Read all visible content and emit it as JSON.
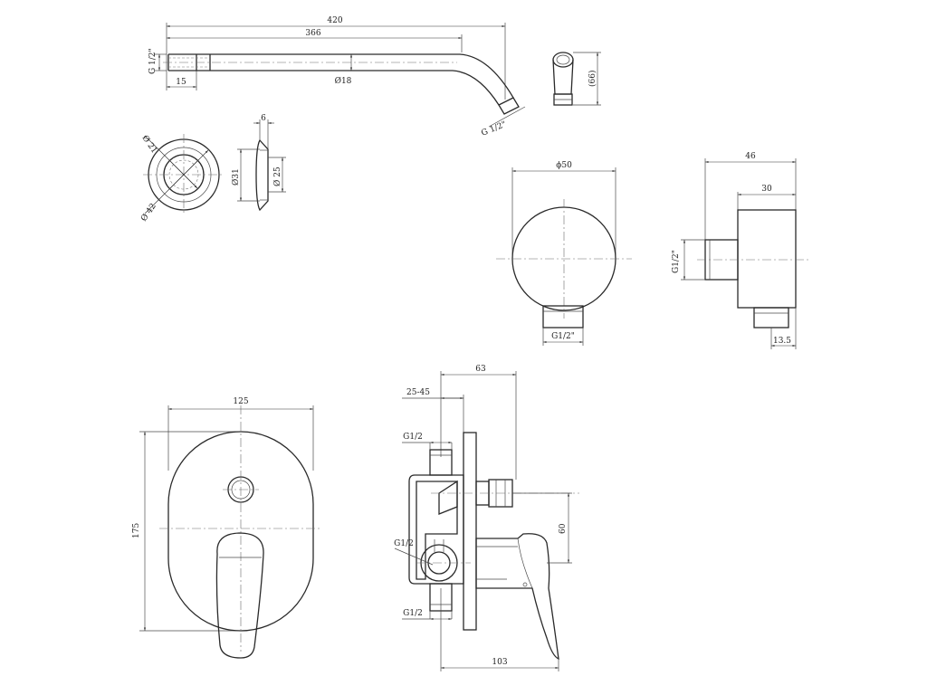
{
  "arm": {
    "len_total": "420",
    "len_straight": "366",
    "thread_left": "G 1/2\"",
    "thread_len": "15",
    "dia": "Ø18",
    "thread_end": "G 1/2\"",
    "end_height": "(66)"
  },
  "flange": {
    "dia_inner": "Ø 21",
    "dia_outer": "Ø 42",
    "thickness": "6",
    "dia_a": "Ø31",
    "dia_b": "Ø 25"
  },
  "outlet": {
    "dia": "ϕ50",
    "thread_front": "G1/2\"",
    "depth_total": "46",
    "depth_body": "30",
    "thread_side": "G1/2\"",
    "offset": "13.5"
  },
  "mixer_front": {
    "width": "125",
    "height": "175"
  },
  "mixer_side": {
    "depth_total": "63",
    "adjust_range": "25-45",
    "thread_top": "G1/2",
    "thread_left": "G1/2",
    "thread_bottom": "G1/2",
    "axis_distance": "60",
    "lever_depth": "103"
  }
}
